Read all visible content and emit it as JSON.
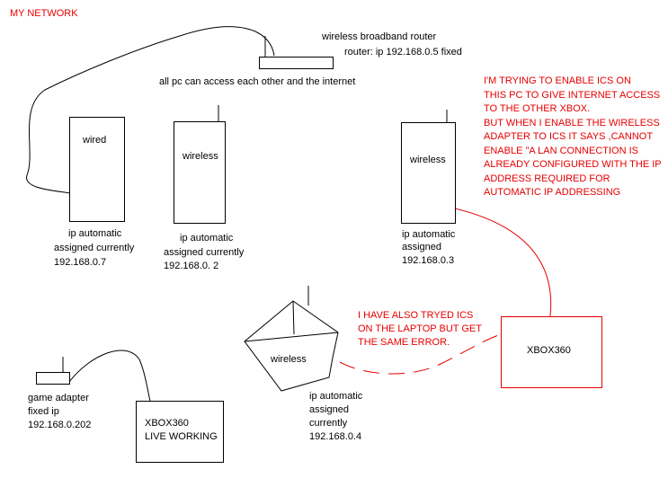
{
  "colors": {
    "ink": "#000000",
    "accent": "#e60000",
    "background": "#ffffff"
  },
  "title": "MY NETWORK",
  "router": {
    "label": "wireless broadband router",
    "ip_note": "router: ip 192.168.0.5 fixed",
    "access_note": "all pc can access each other and the internet"
  },
  "pc_wired": {
    "label": "wired",
    "ip_lines": [
      "ip automatic",
      "assigned currently",
      "192.168.0.7"
    ]
  },
  "pc_wireless_1": {
    "label": "wireless",
    "ip_lines": [
      "ip automatic",
      "assigned currently",
      "192.168.0. 2"
    ]
  },
  "pc_wireless_2": {
    "label": "wireless",
    "ip_lines": [
      "ip automatic",
      "assigned",
      "192.168.0.3"
    ]
  },
  "laptop": {
    "label": "wireless",
    "ip_lines": [
      "ip automatic",
      "assigned",
      "currently",
      "192.168.0.4"
    ]
  },
  "note_ics": [
    "I'M TRYING TO ENABLE ICS ON",
    "THIS PC TO GIVE INTERNET ACCESS",
    "TO THE OTHER XBOX.",
    "BUT WHEN I ENABLE THE WIRELESS",
    "ADAPTER TO ICS IT SAYS ,CANNOT",
    "ENABLE \"A LAN CONNECTION IS",
    "ALREADY CONFIGURED WITH THE IP",
    "ADDRESS REQUIRED FOR",
    "AUTOMATIC IP ADDRESSING"
  ],
  "note_laptop": [
    "I HAVE ALSO TRYED ICS",
    "ON THE LAPTOP BUT GET",
    "THE SAME ERROR."
  ],
  "xbox_red": {
    "label": "XBOX360"
  },
  "game_adapter": {
    "lines": [
      "game adapter",
      "fixed ip",
      "192.168.0.202"
    ]
  },
  "xbox_live": {
    "lines": [
      "XBOX360",
      "LIVE WORKING"
    ]
  }
}
